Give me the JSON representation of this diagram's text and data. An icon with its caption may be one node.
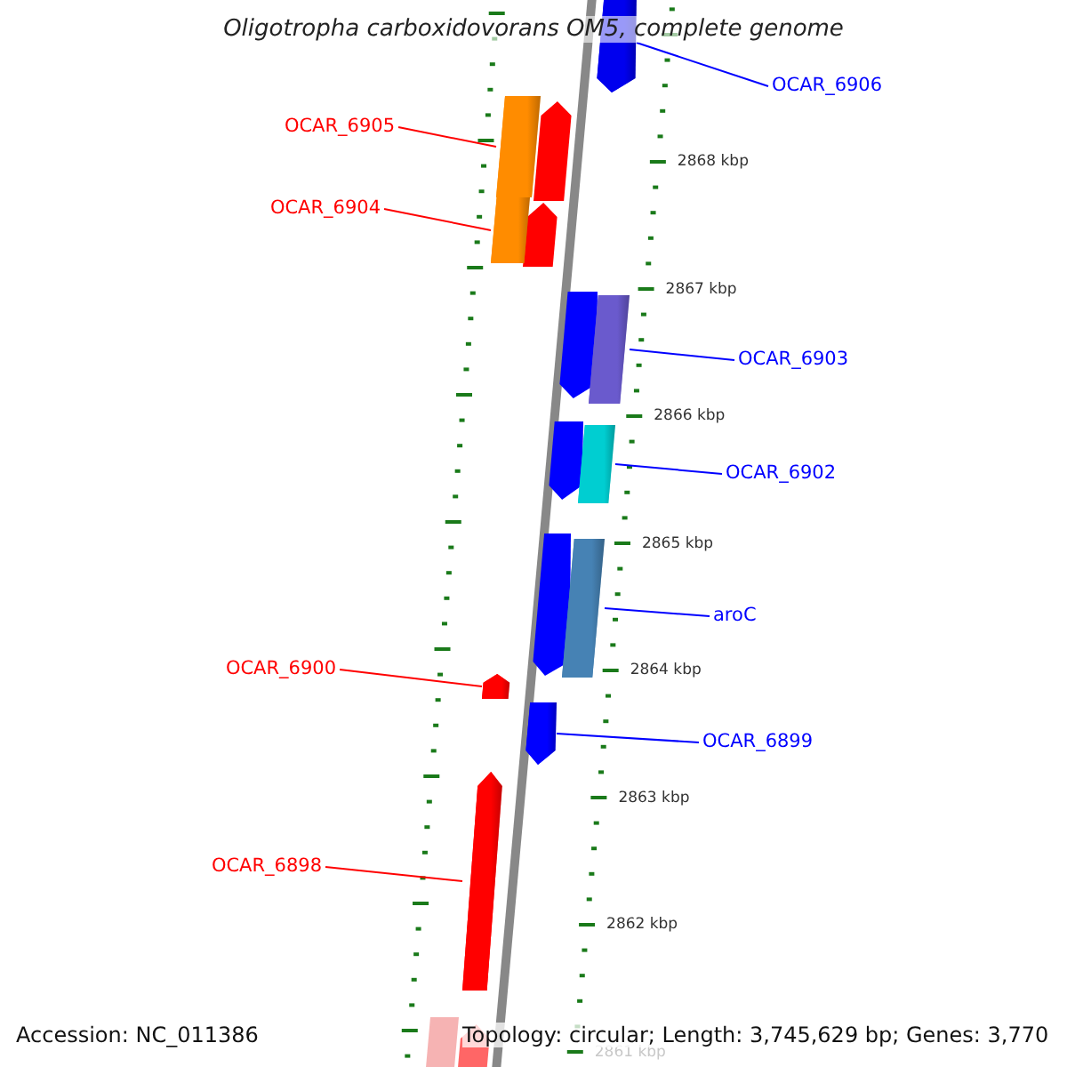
{
  "diagram": {
    "title": "Oligotropha carboxidovorans OM5, complete genome",
    "nodes": [
      {
        "text": [
          "OCAR_6906"
        ]
      },
      {
        "text": [
          "OCAR_6905"
        ]
      },
      {
        "text": [
          "OCAR_6904"
        ]
      },
      {
        "text": [
          "OCAR_6903"
        ]
      },
      {
        "text": [
          "OCAR_6902"
        ]
      },
      {
        "text": [
          "aroC"
        ]
      },
      {
        "text": [
          "OCAR_6900"
        ]
      },
      {
        "text": [
          "OCAR_6899"
        ]
      },
      {
        "text": [
          "OCAR_6898"
        ]
      },
      {
        "text": [],
        "shape": "bar"
      },
      {
        "text": [],
        "shape": "bar"
      },
      {
        "text": [],
        "shape": "bar"
      },
      {
        "text": [],
        "shape": "bar"
      },
      {
        "text": [],
        "shape": "bar"
      },
      {
        "text": [],
        "shape": "bar"
      },
      {
        "text": [],
        "shape": "bar"
      },
      {
        "text": [],
        "shape": "bar"
      },
      {
        "text": [],
        "shape": "bar"
      }
    ],
    "edges": [
      {
        "from": 0,
        "to": 9,
        "arrow": "none"
      },
      {
        "from": 1,
        "to": 10,
        "arrow": "none",
        "color": "#ff0000"
      },
      {
        "from": 2,
        "to": 11,
        "arrow": "none",
        "color": "#ff0000"
      },
      {
        "from": 3,
        "to": 12,
        "arrow": "none"
      },
      {
        "from": 4,
        "to": 13,
        "arrow": "none"
      },
      {
        "from": 5,
        "to": 14,
        "arrow": "none"
      },
      {
        "from": 6,
        "to": 15,
        "arrow": "none",
        "color": "#ff0000"
      },
      {
        "from": 7,
        "to": 16,
        "arrow": "none"
      },
      {
        "from": 8,
        "to": 17,
        "arrow": "none",
        "color": "#ff0000"
      }
    ],
    "labels": [
      "2868 kbp",
      "2867 kbp",
      "2866 kbp",
      "2865 kbp",
      "2864 kbp",
      "2863 kbp",
      "2862 kbp",
      "2861 kbp",
      "Accession: NC_011386",
      "Topology: circular; Length: 3,745,629 bp; Genes: 3,770"
    ]
  }
}
